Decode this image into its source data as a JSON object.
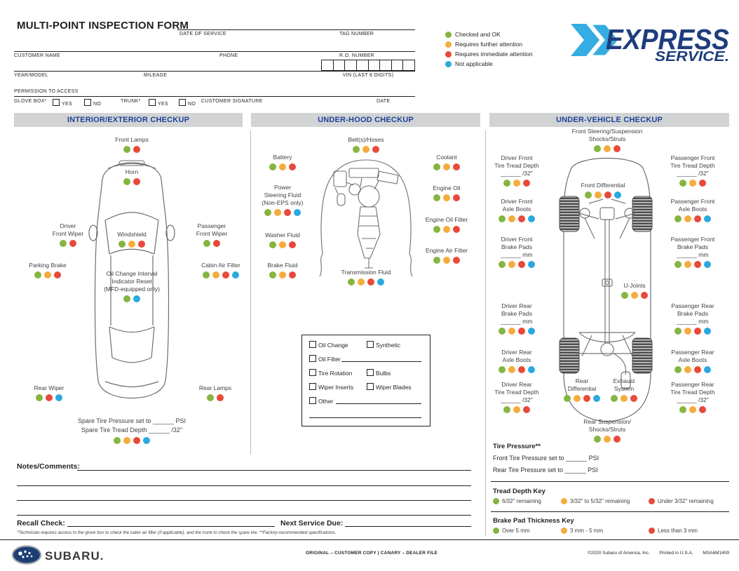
{
  "colors": {
    "green": "#85B540",
    "yellow": "#F5AC3C",
    "red": "#E8493A",
    "blue": "#2AA9E0",
    "navy": "#1C4396",
    "logo_navy": "#1E3D7C",
    "logo_cyan": "#35ACE2",
    "bar_gray": "#D2D3D5"
  },
  "header": {
    "title": "MULTI-POINT INSPECTION FORM",
    "date_of_service": "DATE OF SERVICE",
    "tag_number": "TAG NUMBER",
    "customer_name": "CUSTOMER NAME",
    "phone": "PHONE",
    "ro_number": "R.O. NUMBER",
    "year_model": "YEAR/MODEL",
    "mileage": "MILEAGE",
    "vin": "VIN (LAST 8 DIGITS)",
    "permission": "PERMISSION TO ACCESS",
    "glove_box": "GLOVE BOX*",
    "trunk": "TRUNK*",
    "yes": "YES",
    "no": "NO",
    "customer_signature": "CUSTOMER SIGNATURE",
    "date": "DATE"
  },
  "legend": {
    "items": [
      {
        "color": "green",
        "label": "Checked and OK"
      },
      {
        "color": "yellow",
        "label": "Requires further attention"
      },
      {
        "color": "red",
        "label": "Requires immediate attention"
      },
      {
        "color": "blue",
        "label": "Not applicable"
      }
    ]
  },
  "logo": {
    "express": "EXPRESS",
    "service": "SERVICE."
  },
  "columns": [
    {
      "title": "INTERIOR/EXTERIOR CHECKUP",
      "items": [
        {
          "id": "front-lamps",
          "label": "Front Lamps",
          "dots": [
            "green",
            "red"
          ]
        },
        {
          "id": "horn",
          "label": "Horn",
          "dots": [
            "green",
            "red"
          ]
        },
        {
          "id": "driver-front-wiper",
          "label": "Driver\nFront Wiper",
          "dots": [
            "green",
            "red"
          ]
        },
        {
          "id": "windshield",
          "label": "Windshield",
          "dots": [
            "green",
            "yellow",
            "red"
          ]
        },
        {
          "id": "passenger-front-wiper",
          "label": "Passenger\nFront Wiper",
          "dots": [
            "green",
            "red"
          ]
        },
        {
          "id": "parking-brake",
          "label": "Parking Brake",
          "dots": [
            "green",
            "yellow",
            "red"
          ]
        },
        {
          "id": "cabin-air-filter",
          "label": "Cabin Air Filter",
          "dots": [
            "green",
            "yellow",
            "red",
            "blue"
          ]
        },
        {
          "id": "oil-change-interval",
          "label": "Oil Change Interval\nIndicator Reset\n(MFD-equipped only)",
          "dots": [
            "green",
            "blue"
          ]
        },
        {
          "id": "rear-wiper",
          "label": "Rear Wiper",
          "dots": [
            "green",
            "red",
            "blue"
          ]
        },
        {
          "id": "rear-lamps",
          "label": "Rear Lamps",
          "dots": [
            "green",
            "red"
          ]
        },
        {
          "id": "spare-tire",
          "label": "Spare Tire Pressure set to ______ PSI\nSpare Tire Tread Depth ______ /32\"",
          "dots": [
            "green",
            "yellow",
            "red",
            "blue"
          ]
        }
      ]
    },
    {
      "title": "UNDER-HOOD CHECKUP",
      "items": [
        {
          "id": "belts-hoses",
          "label": "Belt(s)/Hoses",
          "dots": [
            "green",
            "yellow",
            "red"
          ]
        },
        {
          "id": "battery",
          "label": "Battery",
          "dots": [
            "green",
            "yellow",
            "red"
          ]
        },
        {
          "id": "coolant",
          "label": "Coolant",
          "dots": [
            "green",
            "yellow",
            "red"
          ]
        },
        {
          "id": "power-steering",
          "label": "Power\nSteering Fluid\n(Non-EPS only)",
          "dots": [
            "green",
            "yellow",
            "red",
            "blue"
          ]
        },
        {
          "id": "engine-oil",
          "label": "Engine Oil",
          "dots": [
            "green",
            "yellow",
            "red"
          ]
        },
        {
          "id": "engine-oil-filter",
          "label": "Engine Oil Filter",
          "dots": [
            "green",
            "yellow",
            "red"
          ]
        },
        {
          "id": "washer-fluid",
          "label": "Washer Fluid",
          "dots": [
            "green",
            "yellow",
            "red"
          ]
        },
        {
          "id": "engine-air-filter",
          "label": "Engine Air Filter",
          "dots": [
            "green",
            "yellow",
            "red"
          ]
        },
        {
          "id": "brake-fluid",
          "label": "Brake Fluid",
          "dots": [
            "green",
            "yellow",
            "red"
          ]
        },
        {
          "id": "transmission-fluid",
          "label": "Transmission Fluid",
          "dots": [
            "green",
            "yellow",
            "red",
            "blue"
          ]
        }
      ]
    },
    {
      "title": "UNDER-VEHICLE CHECKUP",
      "items": [
        {
          "id": "front-steering",
          "label": "Front Steering/Suspension\nShocks/Struts",
          "dots": [
            "green",
            "yellow",
            "red"
          ]
        },
        {
          "id": "driver-front-tread",
          "label": "Driver Front\nTire Tread Depth\n______ /32\"",
          "dots": [
            "green",
            "yellow",
            "red"
          ]
        },
        {
          "id": "passenger-front-tread",
          "label": "Passenger Front\nTire Tread Depth\n______ /32\"",
          "dots": [
            "green",
            "yellow",
            "red"
          ]
        },
        {
          "id": "front-differential",
          "label": "Front Differential",
          "dots": [
            "green",
            "yellow",
            "red",
            "blue"
          ]
        },
        {
          "id": "driver-front-axle",
          "label": "Driver Front\nAxle Boots",
          "dots": [
            "green",
            "yellow",
            "red",
            "blue"
          ]
        },
        {
          "id": "passenger-front-axle",
          "label": "Passenger Front\nAxle Boots",
          "dots": [
            "green",
            "yellow",
            "red",
            "blue"
          ]
        },
        {
          "id": "driver-front-brake",
          "label": "Driver Front\nBrake Pads\n______ mm",
          "dots": [
            "green",
            "yellow",
            "red",
            "blue"
          ]
        },
        {
          "id": "passenger-front-brake",
          "label": "Passenger Front\nBrake Pads\n______ mm",
          "dots": [
            "green",
            "yellow",
            "red",
            "blue"
          ]
        },
        {
          "id": "u-joints",
          "label": "U-Joints",
          "dots": [
            "green",
            "yellow",
            "red"
          ]
        },
        {
          "id": "driver-rear-brake",
          "label": "Driver Rear\nBrake Pads\n______ mm",
          "dots": [
            "green",
            "yellow",
            "red",
            "blue"
          ]
        },
        {
          "id": "passenger-rear-brake",
          "label": "Passenger Rear\nBrake Pads\n______ mm",
          "dots": [
            "green",
            "yellow",
            "red",
            "blue"
          ]
        },
        {
          "id": "driver-rear-axle",
          "label": "Driver Rear\nAxle Boots",
          "dots": [
            "green",
            "yellow",
            "red",
            "blue"
          ]
        },
        {
          "id": "passenger-rear-axle",
          "label": "Passenger Rear\nAxle Boots",
          "dots": [
            "green",
            "yellow",
            "red",
            "blue"
          ]
        },
        {
          "id": "rear-differential",
          "label": "Rear\nDifferential",
          "dots": [
            "green",
            "yellow",
            "red",
            "blue"
          ]
        },
        {
          "id": "exhaust-system",
          "label": "Exhaust\nSystem",
          "dots": [
            "green",
            "yellow",
            "red"
          ]
        },
        {
          "id": "driver-rear-tread",
          "label": "Driver Rear\nTire Tread Depth\n______ /32\"",
          "dots": [
            "green",
            "yellow",
            "red"
          ]
        },
        {
          "id": "passenger-rear-tread",
          "label": "Passenger Rear\nTire Tread Depth\n______ /32\"",
          "dots": [
            "green",
            "yellow",
            "red"
          ]
        },
        {
          "id": "rear-suspension",
          "label": "Rear Suspension/\nShocks/Struts",
          "dots": [
            "green",
            "yellow",
            "red"
          ]
        }
      ]
    }
  ],
  "checkbox_panel": {
    "items": [
      "Oil Change",
      "Synthetic",
      "Oil Filter",
      "Tire Rotation",
      "Bulbs",
      "Wiper Inserts",
      "Wiper Blades",
      "Other"
    ]
  },
  "tire_pressure": {
    "title": "Tire Pressure**",
    "front": "Front Tire Pressure set to ______ PSI",
    "rear": "Rear Tire Pressure set to ______ PSI"
  },
  "keys": {
    "tread": {
      "title": "Tread Depth Key",
      "entries": [
        {
          "color": "green",
          "label": "6/32\" remaining"
        },
        {
          "color": "yellow",
          "label": "3/32\" to 5/32\" remaining"
        },
        {
          "color": "red",
          "label": "Under 3/32\" remaining"
        }
      ]
    },
    "brake": {
      "title": "Brake Pad Thickness Key",
      "entries": [
        {
          "color": "green",
          "label": "Over 5 mm"
        },
        {
          "color": "yellow",
          "label": "3 mm - 5 mm"
        },
        {
          "color": "red",
          "label": "Less than 3 mm"
        }
      ]
    }
  },
  "notes": {
    "label": "Notes/Comments:",
    "recall": "Recall Check:",
    "next_service": "Next Service Due:",
    "footnote": "*Technician requires access to the glove box to check the cabin air filter (if applicable), and the trunk to check the spare tire. **Factory-recommended specifications."
  },
  "footer": {
    "brand": "SUBARU.",
    "copies": "ORIGINAL – CUSTOMER COPY  |  CANARY – DEALER FILE",
    "copyright": "©2020 Subaru of America, Inc.",
    "printed": "Printed in U.S.A.",
    "code": "MSA6M1409"
  }
}
